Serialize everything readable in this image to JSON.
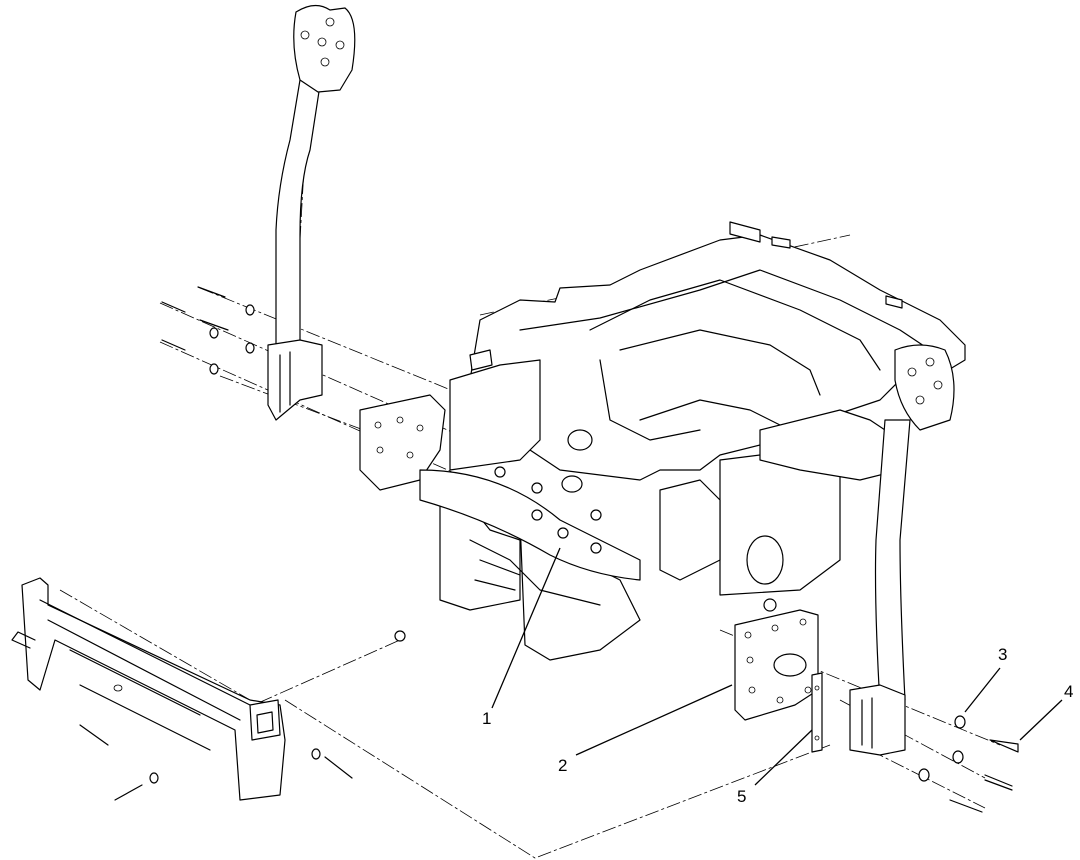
{
  "callouts": [
    {
      "id": "1",
      "label": "1"
    },
    {
      "id": "2",
      "label": "2"
    },
    {
      "id": "3",
      "label": "3"
    },
    {
      "id": "4",
      "label": "4"
    },
    {
      "id": "5",
      "label": "5"
    }
  ],
  "parts": {
    "left_roll_bar": "roll-bar-left",
    "right_roll_bar": "roll-bar-right",
    "main_frame": "main-frame",
    "rear_bumper": "rear-bumper",
    "mount_plate": "rollbar-mount-plate"
  }
}
